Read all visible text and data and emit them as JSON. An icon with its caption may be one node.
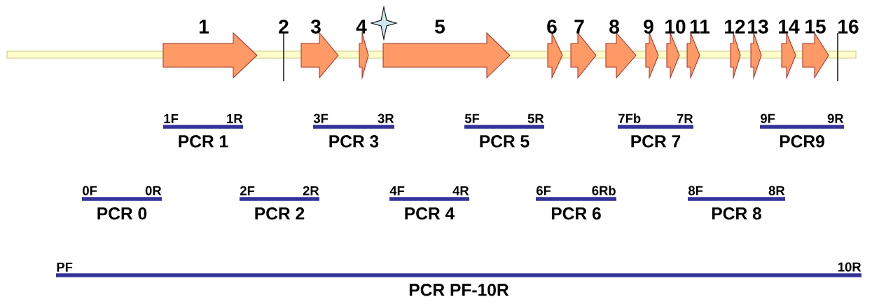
{
  "diagram": {
    "nodes": [
      {
        "text": [
          "1"
        ]
      },
      {
        "text": [
          "2"
        ]
      },
      {
        "text": [
          "3"
        ]
      },
      {
        "text": [
          "4"
        ]
      },
      {
        "text": [
          "5"
        ]
      },
      {
        "text": [
          "6"
        ]
      },
      {
        "text": [
          "7"
        ]
      },
      {
        "text": [
          "8"
        ]
      },
      {
        "text": [
          "9"
        ]
      },
      {
        "text": [
          "10"
        ]
      },
      {
        "text": [
          "11"
        ]
      },
      {
        "text": [
          "12"
        ]
      },
      {
        "text": [
          "13"
        ]
      },
      {
        "text": [
          "14"
        ]
      },
      {
        "text": [
          "15"
        ]
      },
      {
        "text": [
          "16"
        ]
      },
      {
        "text": [
          "1F"
        ]
      },
      {
        "text": [
          "1R"
        ]
      },
      {
        "text": [
          "3F"
        ]
      },
      {
        "text": [
          "3R"
        ]
      },
      {
        "text": [
          "5F"
        ]
      },
      {
        "text": [
          "5R"
        ]
      },
      {
        "text": [
          "7Fb"
        ]
      },
      {
        "text": [
          "7R"
        ]
      },
      {
        "text": [
          "9F"
        ]
      },
      {
        "text": [
          "9R"
        ]
      },
      {
        "text": [
          "0F"
        ]
      },
      {
        "text": [
          "0R"
        ]
      },
      {
        "text": [
          "2F"
        ]
      },
      {
        "text": [
          "2R"
        ]
      },
      {
        "text": [
          "4F"
        ]
      },
      {
        "text": [
          "4R"
        ]
      },
      {
        "text": [
          "6F"
        ]
      },
      {
        "text": [
          "6Rb"
        ]
      },
      {
        "text": [
          "8F"
        ]
      },
      {
        "text": [
          "8R"
        ]
      },
      {
        "text": [
          "PF"
        ]
      },
      {
        "text": [
          "10R"
        ]
      },
      {
        "text": [],
        "shape": "star"
      }
    ],
    "edges": [
      {
        "from": 16,
        "to": 17,
        "arrow": "none",
        "label": "PCR 1"
      },
      {
        "from": 18,
        "to": 19,
        "arrow": "none",
        "label": "PCR 3"
      },
      {
        "from": 20,
        "to": 21,
        "arrow": "none",
        "label": "PCR 5"
      },
      {
        "from": 22,
        "to": 23,
        "arrow": "none",
        "label": "PCR 7"
      },
      {
        "from": 24,
        "to": 25,
        "arrow": "none",
        "label": "PCR9"
      },
      {
        "from": 26,
        "to": 27,
        "arrow": "none",
        "label": "PCR 0"
      },
      {
        "from": 28,
        "to": 29,
        "arrow": "none",
        "label": "PCR 2"
      },
      {
        "from": 30,
        "to": 31,
        "arrow": "none",
        "label": "PCR 4"
      },
      {
        "from": 32,
        "to": 33,
        "arrow": "none",
        "label": "PCR 6"
      },
      {
        "from": 34,
        "to": 35,
        "arrow": "none",
        "label": "PCR 8"
      },
      {
        "from": 36,
        "to": 37,
        "arrow": "none",
        "label": "PCR PF-10R"
      }
    ]
  }
}
